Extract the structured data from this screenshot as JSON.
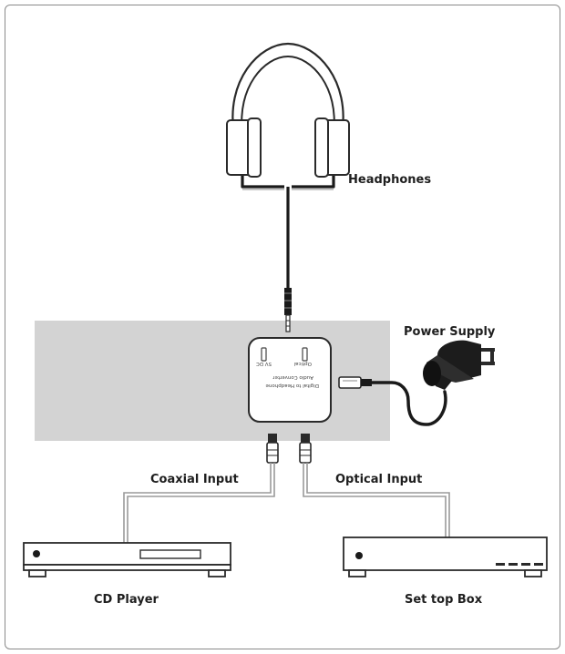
{
  "labels": {
    "headphones": "Headphones",
    "power_supply": "Power Supply",
    "coaxial_input": "Coaxial Input",
    "optical_input": "Optical Input",
    "cd_player": "CD Player",
    "set_top_box": "Set top Box"
  },
  "converter": {
    "line1": "Digital to Headphone",
    "line2": "Audio Converter",
    "port_left": "5V DC",
    "port_right": "Optical"
  },
  "colors": {
    "shelf": "#d3d3d3",
    "cable": "#1a1a1a",
    "cable_grey": "#9a9a9a",
    "outline": "#2a2a2a"
  }
}
